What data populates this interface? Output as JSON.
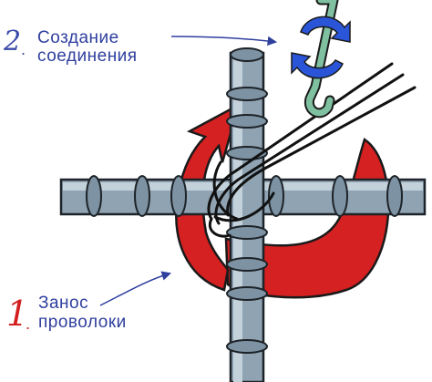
{
  "steps": [
    {
      "number": "2",
      "dot": ".",
      "line1": "Создание",
      "line2": "соединения"
    },
    {
      "number": "1",
      "dot": ".",
      "line1": "Занос",
      "line2": "проволоки"
    }
  ],
  "colors": {
    "rebar": "#8fa3b2",
    "rebar_outline": "#1d2328",
    "wire": "#111111",
    "rotation_arrow": "#d52121",
    "twist_arrows": "#2a55d8",
    "hook_tool": "#7fc0a0",
    "annotation_text": "#2f3f9e",
    "step1_number": "#d41e1e"
  },
  "icons": [
    "rebar-cross",
    "tie-wire-loop",
    "rotation-arrow",
    "twist-arrows",
    "hook-tool"
  ]
}
